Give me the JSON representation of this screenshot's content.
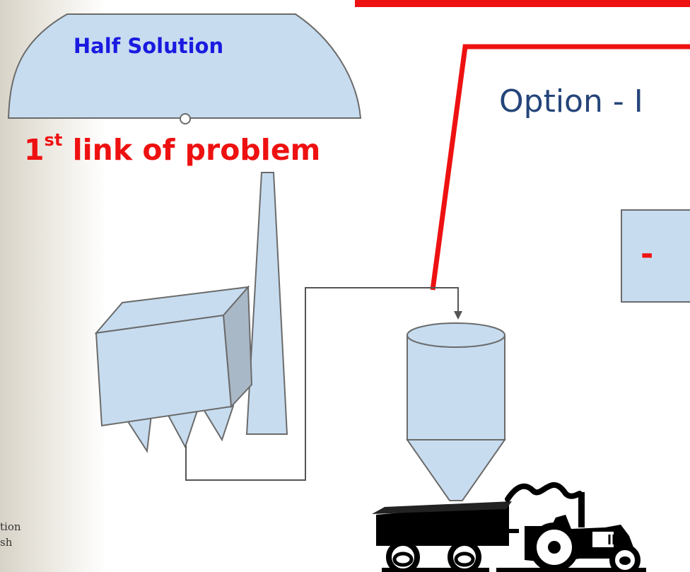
{
  "umbrella": {
    "label": "Half Solution"
  },
  "problem": {
    "label_main": "1",
    "label_sup": "st",
    "label_rest": " link of problem"
  },
  "option": {
    "title": "Option - I",
    "box_symbol": "-"
  },
  "footer": {
    "line1": "tion",
    "line2": "sh"
  },
  "colors": {
    "fill_blue": "#c7dcef",
    "outline": "#6b6b6b",
    "red": "#ee1111",
    "title_blue": "#24457a",
    "label_blue": "#1a1ae0",
    "vehicle": "#000000"
  }
}
